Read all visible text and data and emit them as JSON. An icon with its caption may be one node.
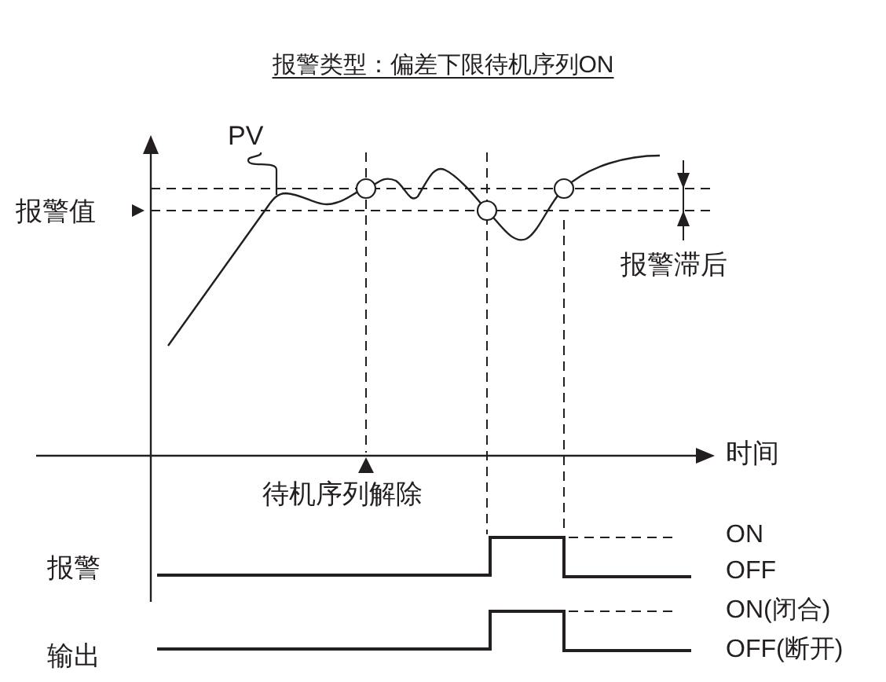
{
  "diagram": {
    "title": "报警类型：偏差下限待机序列ON",
    "nodes": [
      {
        "text": [
          "PV"
        ]
      },
      {
        "text": [],
        "shape": "curve"
      }
    ],
    "edges": [
      {
        "from": 0,
        "to": 1,
        "arrow": "none"
      }
    ],
    "labels": [
      "报警值",
      "报警滞后",
      "时间",
      "待机序列解除",
      "ON",
      "报警",
      "OFF",
      "ON(闭合)",
      "输出",
      "OFF(断开)"
    ]
  }
}
